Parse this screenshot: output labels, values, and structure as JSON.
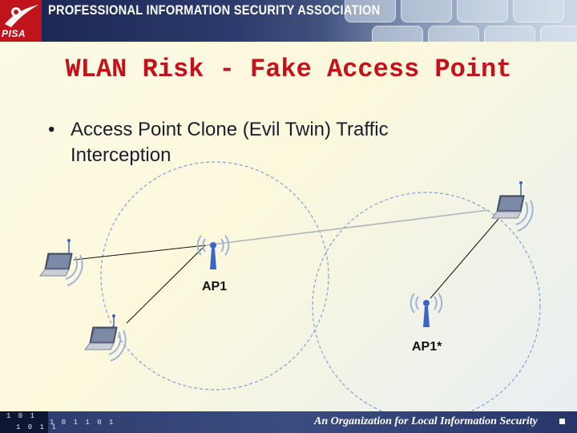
{
  "header": {
    "org_name": "PROFESSIONAL INFORMATION SECURITY ASSOCIATION",
    "logo_text": "PISA"
  },
  "slide": {
    "title": "WLAN Risk - Fake Access Point",
    "bullet_marker": "•",
    "bullet": "Access Point Clone (Evil Twin) Traffic Interception"
  },
  "diagram": {
    "nodes": [
      {
        "id": "ap1",
        "label": "AP1",
        "type": "access-point"
      },
      {
        "id": "ap1_star",
        "label": "AP1*",
        "type": "access-point"
      },
      {
        "id": "laptop_left",
        "label": "",
        "type": "laptop"
      },
      {
        "id": "laptop_bottom",
        "label": "",
        "type": "laptop"
      },
      {
        "id": "laptop_right",
        "label": "",
        "type": "laptop"
      }
    ],
    "edges": [
      {
        "from": "laptop_left",
        "to": "ap1"
      },
      {
        "from": "laptop_bottom",
        "to": "ap1"
      },
      {
        "from": "ap1",
        "to": "laptop_right"
      },
      {
        "from": "laptop_right",
        "to": "ap1_star"
      }
    ]
  },
  "footer": {
    "binary_1": "1 0 1",
    "binary_2": "1 0 1 1",
    "binary_3": "1 0 1 1 0 1",
    "tagline": "An Organization for Local Information Security"
  },
  "colors": {
    "title": "#c2121a",
    "header_bg": "#1a2450",
    "logo_bg": "#c0141c",
    "coverage_circle": "#6f8fd6",
    "link_line": "#111111",
    "antenna": "#3b63c8"
  }
}
